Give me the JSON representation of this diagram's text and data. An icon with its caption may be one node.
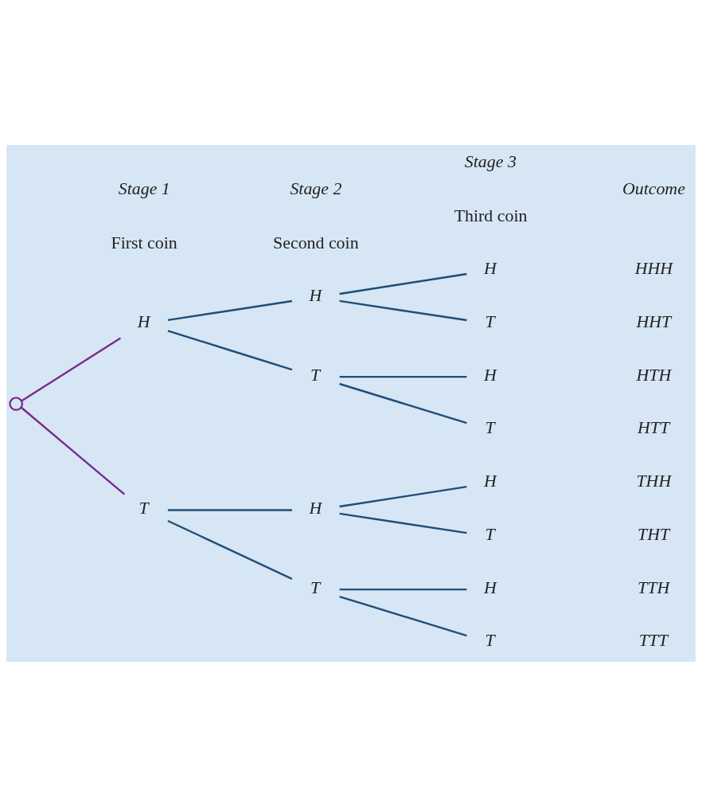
{
  "diagram": {
    "nodes": [
      {
        "text": [],
        "shape": "circle"
      },
      {
        "text": [
          "H"
        ]
      },
      {
        "text": [
          "T"
        ]
      },
      {
        "text": [
          "H"
        ]
      },
      {
        "text": [
          "T"
        ]
      },
      {
        "text": [
          "H"
        ]
      },
      {
        "text": [
          "T"
        ]
      },
      {
        "text": [
          "H"
        ]
      },
      {
        "text": [
          "T"
        ]
      },
      {
        "text": [
          "H"
        ]
      },
      {
        "text": [
          "T"
        ]
      },
      {
        "text": [
          "H"
        ]
      },
      {
        "text": [
          "T"
        ]
      },
      {
        "text": [
          "H"
        ]
      },
      {
        "text": [
          "T"
        ]
      }
    ],
    "edges": [
      {
        "from": 0,
        "to": 1,
        "arrow": "none",
        "color": "#7b2a8a"
      },
      {
        "from": 0,
        "to": 2,
        "arrow": "none",
        "color": "#7b2a8a"
      },
      {
        "from": 1,
        "to": 3,
        "arrow": "none"
      },
      {
        "from": 1,
        "to": 4,
        "arrow": "none"
      },
      {
        "from": 2,
        "to": 5,
        "arrow": "none"
      },
      {
        "from": 2,
        "to": 6,
        "arrow": "none"
      },
      {
        "from": 3,
        "to": 7,
        "arrow": "none"
      },
      {
        "from": 3,
        "to": 8,
        "arrow": "none"
      },
      {
        "from": 4,
        "to": 9,
        "arrow": "none"
      },
      {
        "from": 4,
        "to": 10,
        "arrow": "none"
      },
      {
        "from": 5,
        "to": 11,
        "arrow": "none"
      },
      {
        "from": 5,
        "to": 12,
        "arrow": "none"
      },
      {
        "from": 6,
        "to": 13,
        "arrow": "none"
      },
      {
        "from": 6,
        "to": 14,
        "arrow": "none"
      }
    ],
    "labels": [
      "Stage 1",
      "Stage 2",
      "Stage 3",
      "Outcome",
      "First coin",
      "Second coin",
      "Third coin",
      "HHH",
      "HHT",
      "HTH",
      "HTT",
      "THH",
      "THT",
      "TTH",
      "TTT"
    ]
  }
}
